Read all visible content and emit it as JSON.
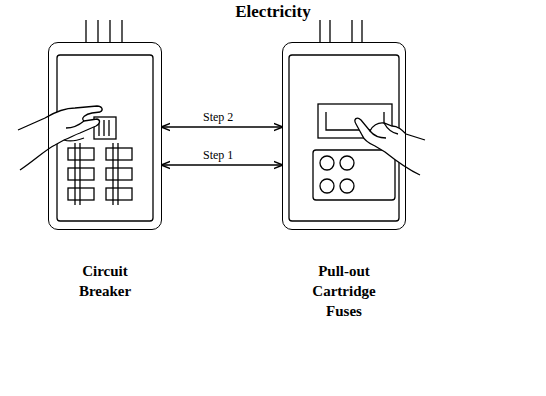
{
  "diagram": {
    "title": "Electricity",
    "nodes": [
      {
        "text": [
          "Circuit Breaker"
        ]
      },
      {
        "text": [
          "Pull-out Cartridge Fuses"
        ]
      }
    ],
    "edges": [
      {
        "from": 0,
        "to": 1,
        "label": "Step 2",
        "arrow": "both"
      },
      {
        "from": 0,
        "to": 1,
        "label": "Step 1",
        "arrow": "both"
      }
    ]
  }
}
